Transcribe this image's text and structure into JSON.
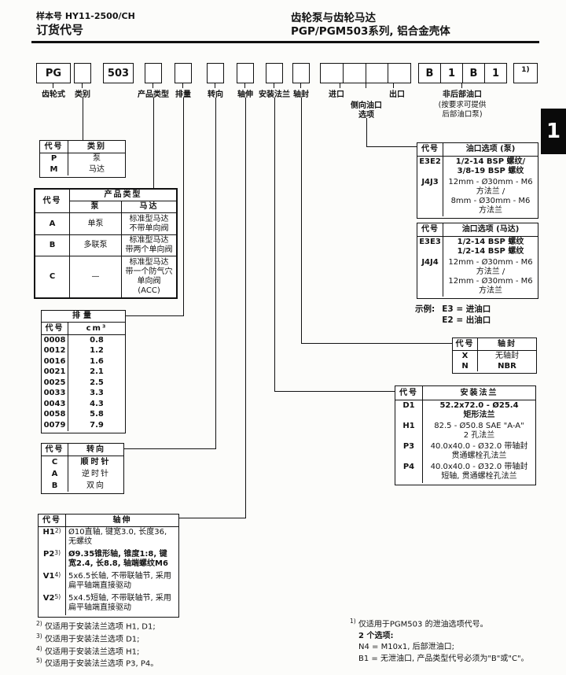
{
  "header": {
    "doc_number": "样本号 HY11-2500/CH",
    "section_title": "订货代号",
    "product_line1": "齿轮泵与齿轮马达",
    "product_line2": "PGP/PGM503系列, 铝合金壳体"
  },
  "side_tab": "1",
  "code_row": {
    "gear_value": "PG",
    "gear_label": "齿轮式",
    "category_label": "类别",
    "series_value": "503",
    "product_type_label": "产品类型",
    "displacement_label": "排量",
    "rotation_label": "转向",
    "shaft_label": "轴伸",
    "flange_label": "安装法兰",
    "seal_label": "轴封",
    "inlet_label": "进口",
    "outlet_label": "出口",
    "side_ports_label1": "侧向油口",
    "side_ports_label2": "选项",
    "rear_cells": [
      "B",
      "1",
      "B",
      "1"
    ],
    "rear_label": "非后部油口",
    "rear_note1": "(按要求可提供",
    "rear_note2": "后部油口泵)",
    "footnote_marker": "1)"
  },
  "category_table": {
    "col1": "代号",
    "col2": "类别",
    "rows": [
      {
        "code": "P",
        "value": "泵"
      },
      {
        "code": "M",
        "value": "马达"
      }
    ]
  },
  "product_type_table": {
    "col1": "代号",
    "title": "产品类型",
    "sub1": "泵",
    "sub2": "马达",
    "rows": [
      {
        "code": "A",
        "pump": "单泵",
        "motor": "标准型马达\n不带单向阀"
      },
      {
        "code": "B",
        "pump": "多联泵",
        "motor": "标准型马达\n带两个单向阀"
      },
      {
        "code": "C",
        "pump": "—",
        "motor": "标准型马达\n带一个防气穴\n单向阀\n(ACC)"
      }
    ]
  },
  "displacement_table": {
    "title": "排量",
    "col1": "代号",
    "col2": "cm³",
    "rows": [
      [
        "0008",
        "0.8"
      ],
      [
        "0012",
        "1.2"
      ],
      [
        "0016",
        "1.6"
      ],
      [
        "0021",
        "2.1"
      ],
      [
        "0025",
        "2.5"
      ],
      [
        "0033",
        "3.3"
      ],
      [
        "0043",
        "4.3"
      ],
      [
        "0058",
        "5.8"
      ],
      [
        "0079",
        "7.9"
      ]
    ]
  },
  "rotation_table": {
    "col1": "代号",
    "col2": "转向",
    "rows": [
      {
        "code": "C",
        "value": "顺时针"
      },
      {
        "code": "A",
        "value": "逆时针"
      },
      {
        "code": "B",
        "value": "双向"
      }
    ]
  },
  "shaft_table": {
    "col1": "代号",
    "col2": "轴伸",
    "rows": [
      {
        "code": "H1",
        "sup": "2)",
        "desc": "Ø10直轴, 键宽3.0, 长度36,\n无螺纹"
      },
      {
        "code": "P2",
        "sup": "3)",
        "desc": "Ø9.35锥形轴, 锥度1:8, 键\n宽2.4, 长8.8, 轴端螺纹M6"
      },
      {
        "code": "V1",
        "sup": "4)",
        "desc": "5x6.5长轴, 不带联轴节, 采用\n扁平轴端直接驱动"
      },
      {
        "code": "V2",
        "sup": "5)",
        "desc": "5x4.5短轴, 不带联轴节, 采用\n扁平轴端直接驱动"
      }
    ]
  },
  "pump_ports_table": {
    "col1": "代号",
    "col2": "油口选项 (泵)",
    "rows": [
      {
        "code": "E3E2",
        "desc": "1/2-14 BSP 螺纹/\n3/8-19 BSP 螺纹"
      },
      {
        "code": "J4J3",
        "desc": "12mm - Ø30mm - M6\n方法兰 /\n8mm - Ø30mm - M6\n方法兰"
      }
    ]
  },
  "motor_ports_table": {
    "col1": "代号",
    "col2": "油口选项 (马达)",
    "rows": [
      {
        "code": "E3E3",
        "desc": "1/2-14 BSP 螺纹\n1/2-14 BSP 螺纹"
      },
      {
        "code": "J4J4",
        "desc": "12mm - Ø30mm - M6\n方法兰 /\n12mm - Ø30mm - M6\n方法兰"
      }
    ]
  },
  "ports_example": {
    "label": "示例:",
    "line1": "E3 = 进油口",
    "line2": "E2 = 出油口"
  },
  "seal_table": {
    "col1": "代号",
    "col2": "轴封",
    "rows": [
      {
        "code": "X",
        "value": "无轴封"
      },
      {
        "code": "N",
        "value": "NBR"
      }
    ]
  },
  "flange_table": {
    "col1": "代号",
    "col2": "安装法兰",
    "rows": [
      {
        "code": "D1",
        "desc": "52.2x72.0 - Ø25.4\n矩形法兰"
      },
      {
        "code": "H1",
        "desc": "82.5 - Ø50.8 SAE \"A-A\"\n2 孔法兰"
      },
      {
        "code": "P3",
        "desc": "40.0x40.0 - Ø32.0 带轴封\n贯通螺栓孔法兰"
      },
      {
        "code": "P4",
        "desc": "40.0x40.0 - Ø32.0 带轴封\n短轴, 贯通螺栓孔法兰"
      }
    ]
  },
  "footnotes_left": [
    {
      "sup": "2)",
      "text": "仅适用于安装法兰选项 H1, D1;"
    },
    {
      "sup": "3)",
      "text": "仅适用于安装法兰选项 D1;"
    },
    {
      "sup": "4)",
      "text": "仅适用于安装法兰选项 H1;"
    },
    {
      "sup": "5)",
      "text": "仅适用于安装法兰选项 P3, P4。"
    }
  ],
  "footnotes_right": {
    "sup": "1)",
    "line1": "仅适用于PGM503 的泄油选项代号。",
    "line2": "2 个选项:",
    "line3": "N4 = M10x1, 后部泄油口;",
    "line4": "B1 = 无泄油口, 产品类型代号必须为\"B\"或\"C\"。"
  }
}
